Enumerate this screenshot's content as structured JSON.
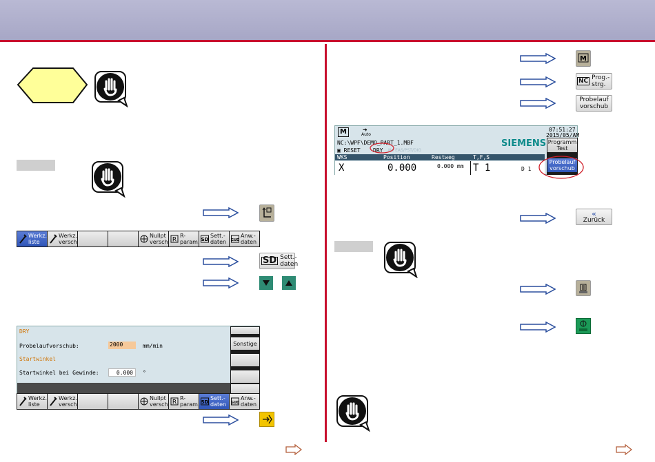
{
  "left": {
    "toolbar_top": [
      {
        "label": "Werkz.-\nliste",
        "icon": "tool-icon",
        "active": true
      },
      {
        "label": "Werkz.-\nversch",
        "icon": "tool-icon",
        "active": false
      },
      {
        "label": "",
        "icon": "",
        "active": false
      },
      {
        "label": "",
        "icon": "",
        "active": false
      },
      {
        "label": "Nullpt\nversch",
        "icon": "zero-offset-icon",
        "active": false
      },
      {
        "label": "R-\nparam.",
        "icon": "r-icon",
        "active": false
      },
      {
        "label": "Sett.-\ndaten",
        "icon": "sd-icon",
        "active": false
      },
      {
        "label": "Anw.-\ndaten",
        "icon": "gud-icon",
        "active": false
      }
    ],
    "key_sett_daten": {
      "prefix": "SD",
      "label": "Sett.-\ndaten"
    },
    "settings_panel": {
      "title": "DRY",
      "probelauf_label": "Probelaufvorschub:",
      "probelauf_value": "2000",
      "probelauf_unit": "mm/min",
      "startwinkel_title": "Startwinkel",
      "startwinkel_label": "Startwinkel bei Gewinde:",
      "startwinkel_value": "0.000",
      "startwinkel_unit": "°",
      "side_softkey": "Sonstige"
    },
    "toolbar_bottom": [
      {
        "label": "Werkz.-\nliste",
        "icon": "tool-icon",
        "active": false
      },
      {
        "label": "Werkz.-\nversch",
        "icon": "tool-icon",
        "active": false
      },
      {
        "label": "",
        "icon": "",
        "active": false
      },
      {
        "label": "",
        "icon": "",
        "active": false
      },
      {
        "label": "Nullpt\nversch",
        "icon": "zero-offset-icon",
        "active": false
      },
      {
        "label": "R-\nparam.",
        "icon": "r-icon",
        "active": false
      },
      {
        "label": "Sett.-\ndaten",
        "icon": "sd-icon",
        "active": true
      },
      {
        "label": "Anw.-\ndaten",
        "icon": "gud-icon",
        "active": false
      }
    ]
  },
  "right": {
    "key_prog_strg": {
      "prefix": "NC",
      "label": "Prog.-\nstrg."
    },
    "key_probelauf": {
      "label": "Probelauf\nvorschub"
    },
    "machine_screen": {
      "mode": "Auto",
      "time": "07:51:27",
      "date": "2015/05/AM",
      "path": "NC:\\WPF\\DEMO_PART_1.MBF",
      "brand": "SIEMENS",
      "reset": "RESET",
      "dry": "DRY",
      "faint": "No EAS/PST/DIG",
      "side_programm_test": "Programm\nTest",
      "side_probelauf": "Probelauf\nvorschub",
      "header_wks": "WKS",
      "header_position": "Position",
      "header_restweg": "Restweg",
      "header_tfs": "T,F,S",
      "axis": "X",
      "pos_value": "0.000",
      "rest_value": "0.000 mm",
      "tool": "T 1",
      "d_value": "D  1"
    },
    "key_zurueck": {
      "symbol": "«",
      "label": "Zurück"
    }
  },
  "colors": {
    "accent_red": "#c8102e",
    "header_bg": "#b0b0cd",
    "softkey_active": "#3a5fc4",
    "panel_bg": "#d7e4ea"
  }
}
